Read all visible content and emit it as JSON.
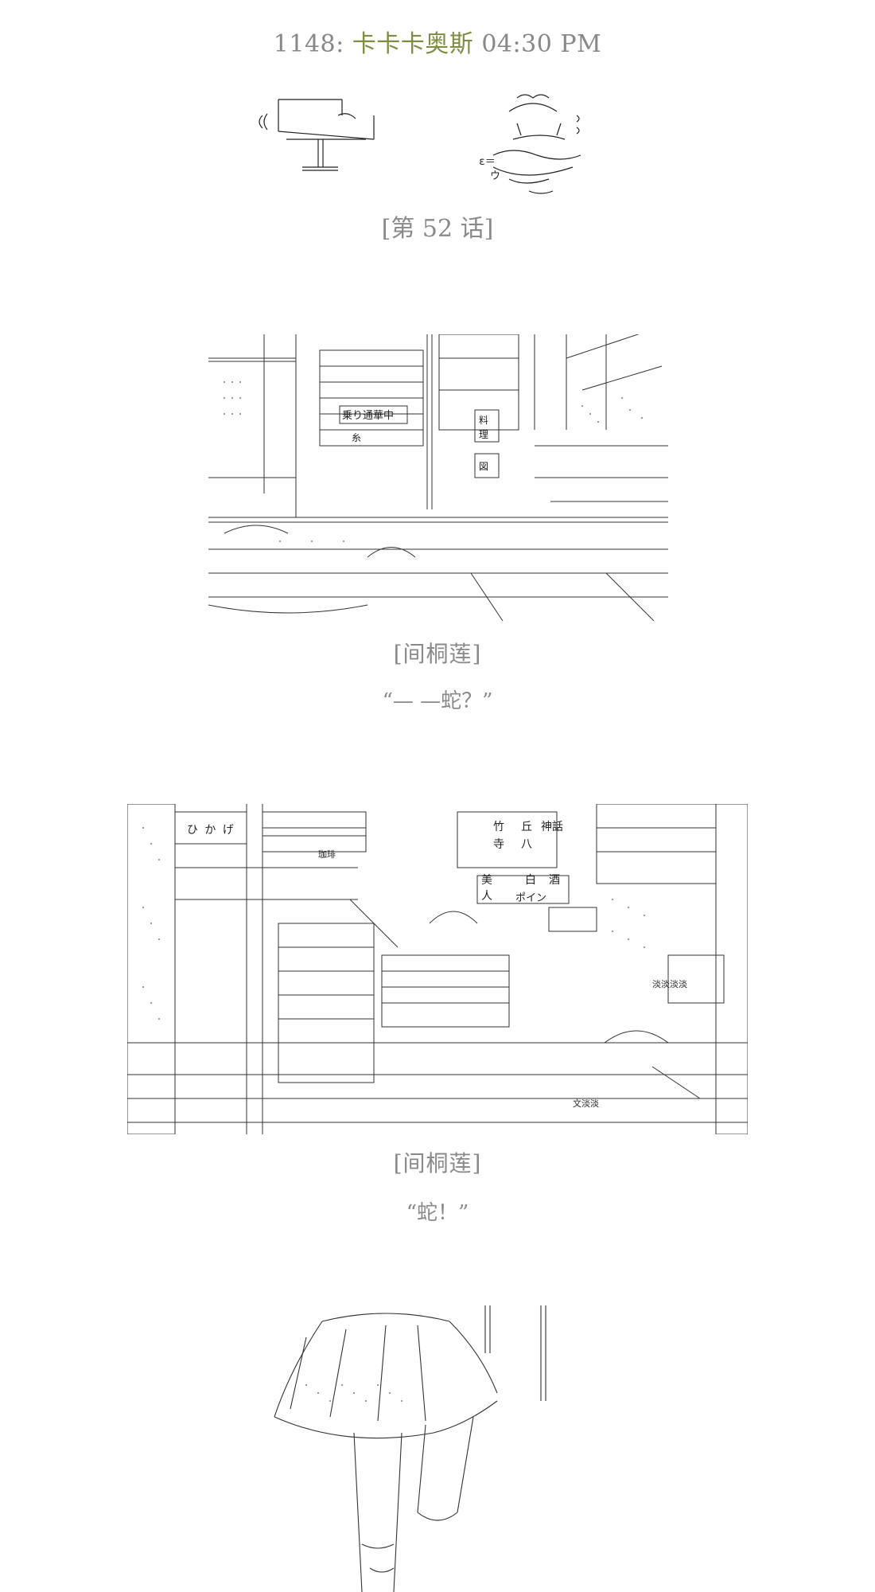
{
  "header": {
    "post_number": "1148",
    "separator": ":",
    "author": "卡卡卡奥斯",
    "time": "04:30 PM"
  },
  "chapter": {
    "label": "[第 52 话]"
  },
  "panels": [
    {
      "speaker": "[间桐莲]",
      "line": "“— —蛇？”",
      "scene_text": [
        "乗り通華中",
        "糸",
        "料",
        "理",
        "図"
      ]
    },
    {
      "speaker": "[间桐莲]",
      "line": "“蛇！”",
      "scene_text": [
        "ひ か げ",
        "竹",
        "丘",
        "神話",
        "寺",
        "八",
        "美",
        "人",
        "白",
        "酒",
        "ポイン",
        "珈琲",
        "淡淡淡淡",
        "文淡淡"
      ]
    }
  ]
}
